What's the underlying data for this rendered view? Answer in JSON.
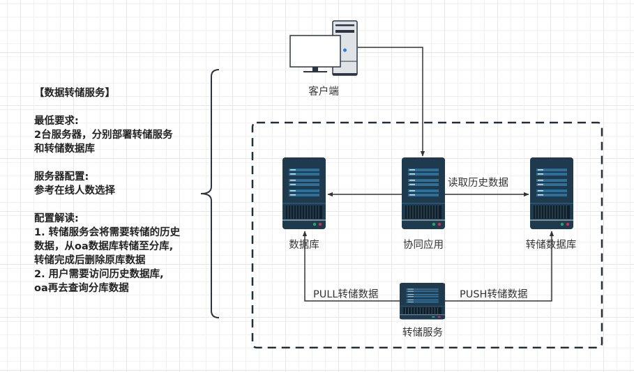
{
  "note": {
    "title": "【数据转储服务】",
    "min_req_label": "最低要求:",
    "min_req_lines": [
      "2台服务器，分别部署转储服务",
      "和转储数据库"
    ],
    "server_config_label": "服务器配置:",
    "server_config_lines": [
      "参考在线人数选择"
    ],
    "explain_label": "配置解读:",
    "explain_lines": [
      "1. 转储服务会将需要转储的历史",
      "数据，从oa数据库转储至分库,",
      "转储完成后删除原库数据",
      "2. 用户需要访问历史数据库,",
      "oa再去查询分库数据"
    ]
  },
  "nodes": {
    "client": {
      "label": "客户端",
      "icon": "desktop-computer-icon"
    },
    "database": {
      "label": "数据库",
      "icon": "server-icon"
    },
    "collab_app": {
      "label": "协同应用",
      "icon": "server-icon"
    },
    "dump_database": {
      "label": "转储数据库",
      "icon": "server-icon"
    },
    "dump_service": {
      "label": "转储服务",
      "icon": "server-icon"
    }
  },
  "edges": {
    "read_history": "读取历史数据",
    "pull_dump": "PULL转储数据",
    "push_dump": "PUSH转储数据"
  },
  "colors": {
    "server_body": "#1e3a4c",
    "server_bar": "#2f6f98",
    "led_green": "#2aa56a",
    "led_red": "#c8334c",
    "line": "#333333"
  }
}
